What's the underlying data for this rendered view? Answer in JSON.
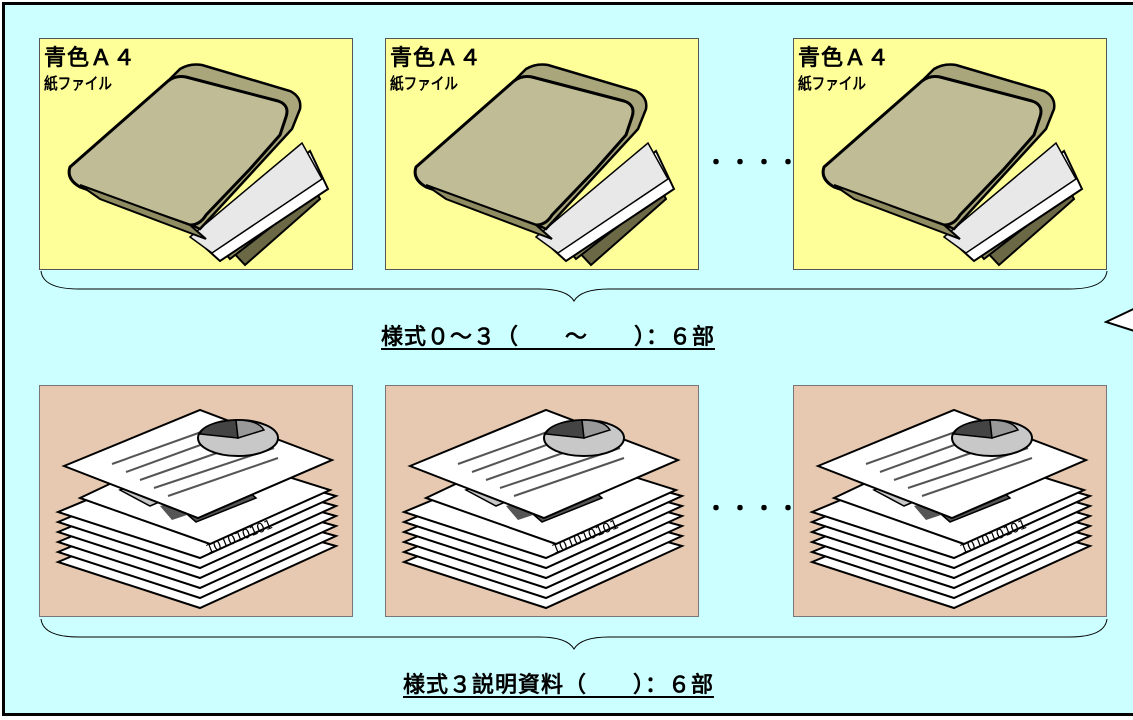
{
  "colors": {
    "panel_background": "#ccffff",
    "file_card_background": "#ffff99",
    "document_card_background": "#e6c9b0",
    "folder_fill": "#c0bd96"
  },
  "file_row": {
    "items": [
      {
        "line1": "青色Ａ４",
        "line2": "紙ファイル",
        "icon": "folder-icon"
      },
      {
        "line1": "青色Ａ４",
        "line2": "紙ファイル",
        "icon": "folder-icon"
      },
      {
        "line1": "青色Ａ４",
        "line2": "紙ファイル",
        "icon": "folder-icon"
      }
    ],
    "ellipsis": "・・・・・",
    "caption": "様式０～３（　　～　　）：６部"
  },
  "document_row": {
    "items": [
      {
        "icon": "document-stack-icon"
      },
      {
        "icon": "document-stack-icon"
      },
      {
        "icon": "document-stack-icon"
      }
    ],
    "ellipsis": "・・・・・",
    "caption": "様式３説明資料（　　）：６部"
  }
}
